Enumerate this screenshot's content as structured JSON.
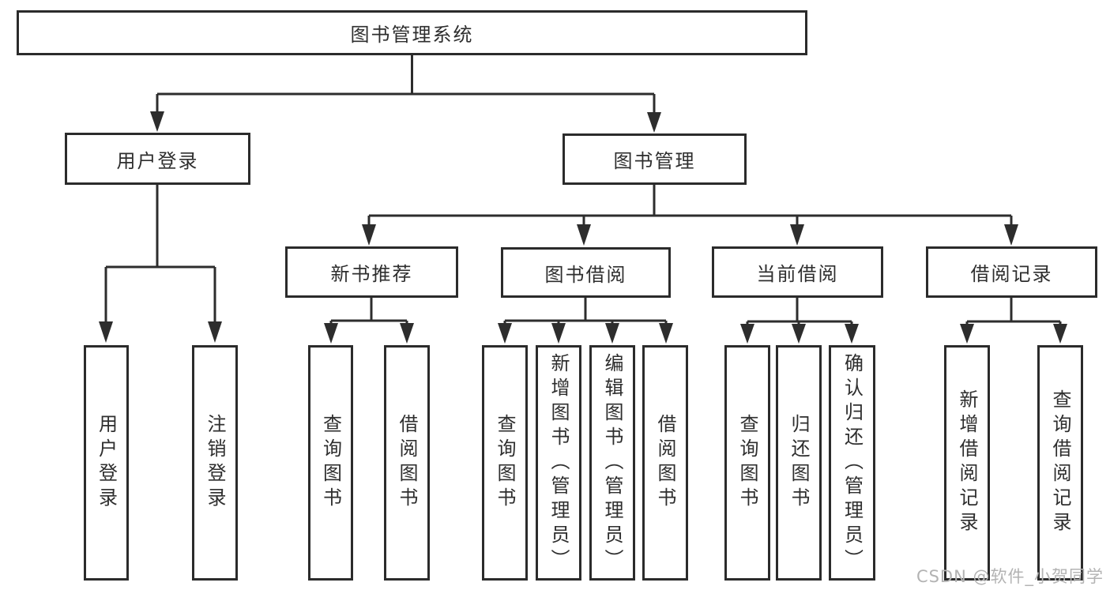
{
  "diagram": {
    "title": "图书管理系统",
    "level2": [
      {
        "label": "用户登录",
        "children": [
          {
            "label": "用户登录"
          },
          {
            "label": "注销登录"
          }
        ]
      },
      {
        "label": "图书管理",
        "children": [
          {
            "label": "新书推荐",
            "children": [
              {
                "label": "查询图书"
              },
              {
                "label": "借阅图书"
              }
            ]
          },
          {
            "label": "图书借阅",
            "children": [
              {
                "label": "查询图书"
              },
              {
                "label": "新增图书（管理员）"
              },
              {
                "label": "编辑图书（管理员）"
              },
              {
                "label": "借阅图书"
              }
            ]
          },
          {
            "label": "当前借阅",
            "children": [
              {
                "label": "查询图书"
              },
              {
                "label": "归还图书"
              },
              {
                "label": "确认归还（管理员）"
              }
            ]
          },
          {
            "label": "借阅记录",
            "children": [
              {
                "label": "新增借阅记录"
              },
              {
                "label": "查询借阅记录"
              }
            ]
          }
        ]
      }
    ]
  },
  "watermark": {
    "text": "CSDN @软件_小贺同学"
  },
  "colors": {
    "line": "#2d2d2d",
    "box_border": "#2b2b2b",
    "text": "#2e2e2e",
    "watermark": "#b3b3b3",
    "background": "#ffffff"
  }
}
